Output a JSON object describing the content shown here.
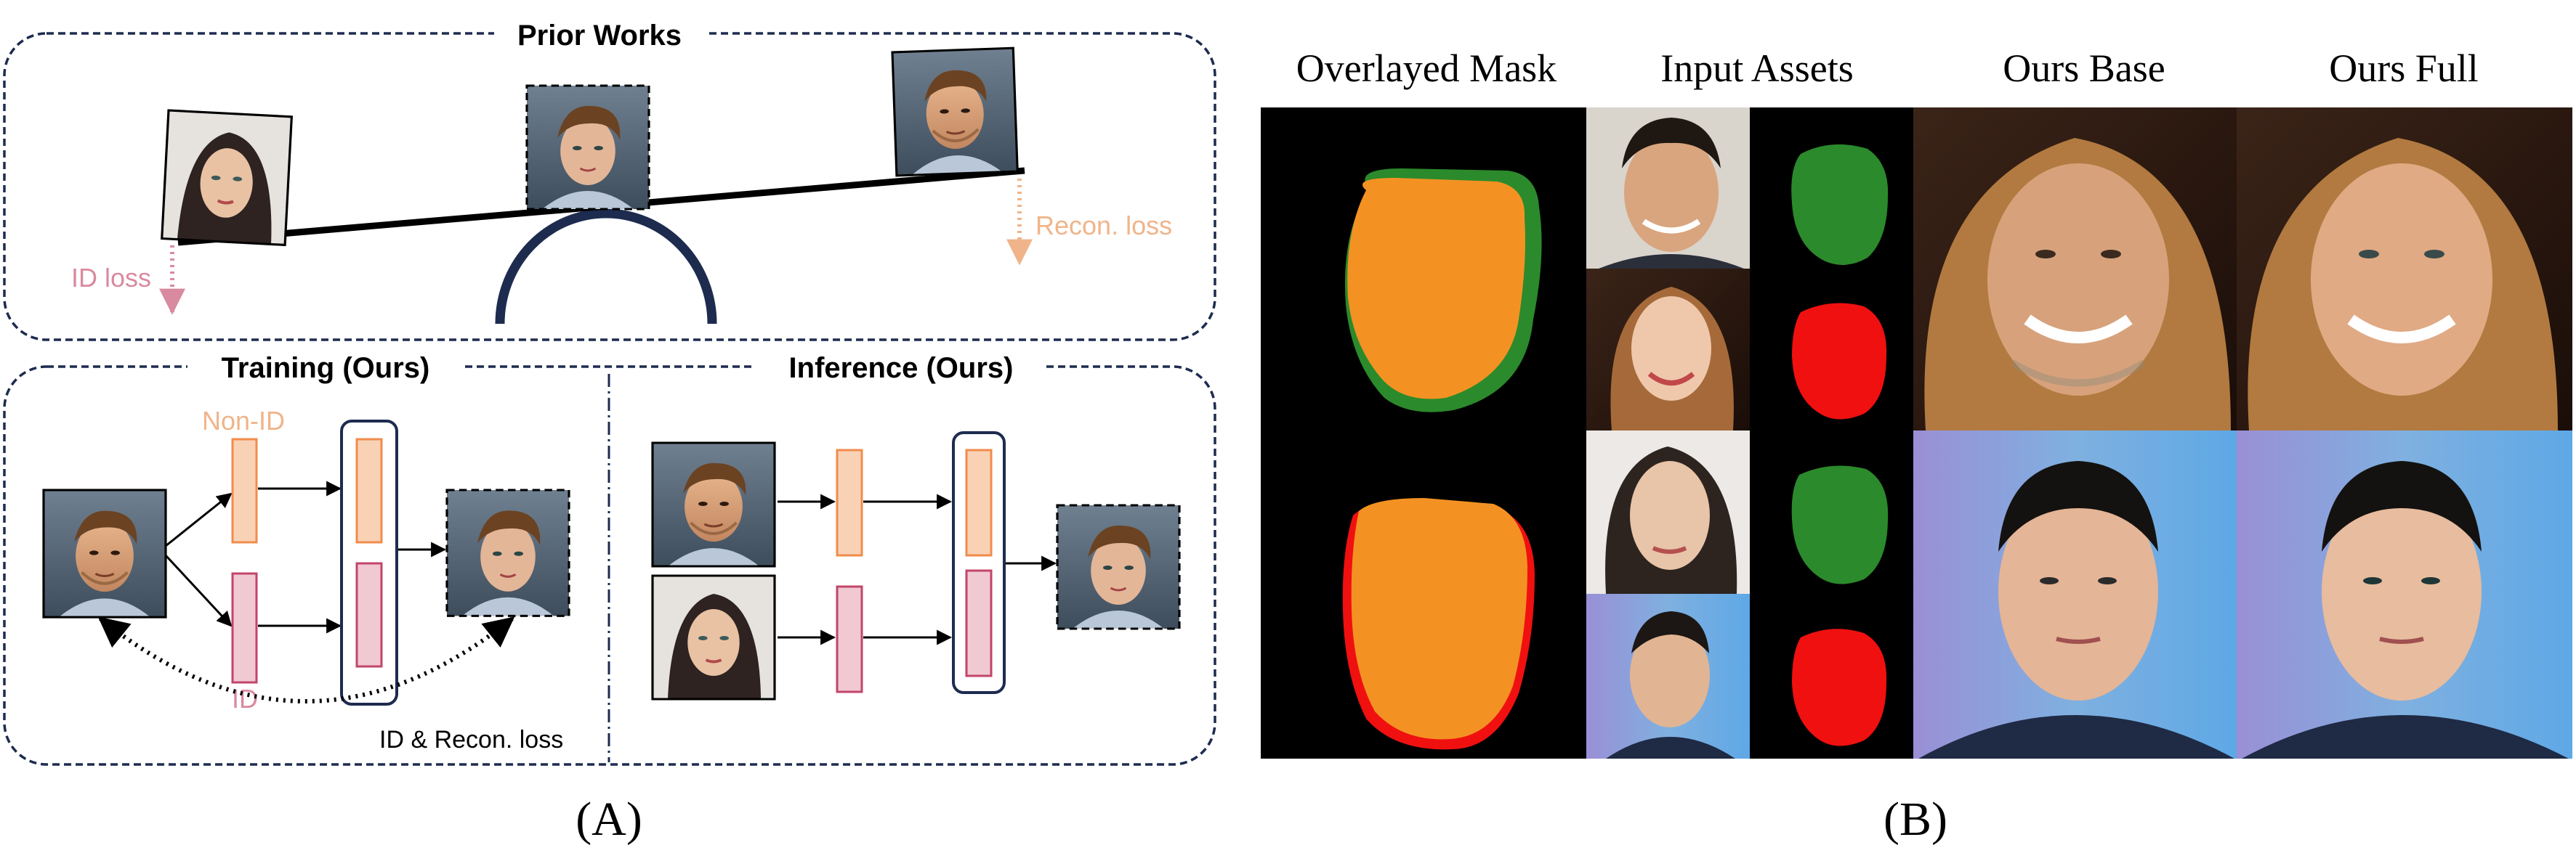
{
  "panel_a": {
    "prior_works_title": "Prior Works",
    "id_loss_label": "ID loss",
    "recon_loss_label": "Recon. loss",
    "training_title": "Training (Ours)",
    "inference_title": "Inference (Ours)",
    "non_id_label": "Non-ID",
    "id_label": "ID",
    "id_recon_loss_label": "ID & Recon. loss",
    "caption": "(A)"
  },
  "panel_b": {
    "columns": [
      "Overlayed Mask",
      "Input Assets",
      "Ours Base",
      "Ours Full"
    ],
    "caption": "(B)"
  },
  "colors": {
    "frame_navy": "#1d2b4f",
    "id_pink": "#d98aa0",
    "recon_orange": "#f0b48a",
    "non_id_fill": "#f9d2b6",
    "non_id_stroke": "#f08c4c",
    "id_fill": "#f0c9d3",
    "id_stroke": "#c2456a",
    "mask_orange": "#f39223",
    "mask_green": "#2b8a2b",
    "mask_red": "#f01010"
  }
}
